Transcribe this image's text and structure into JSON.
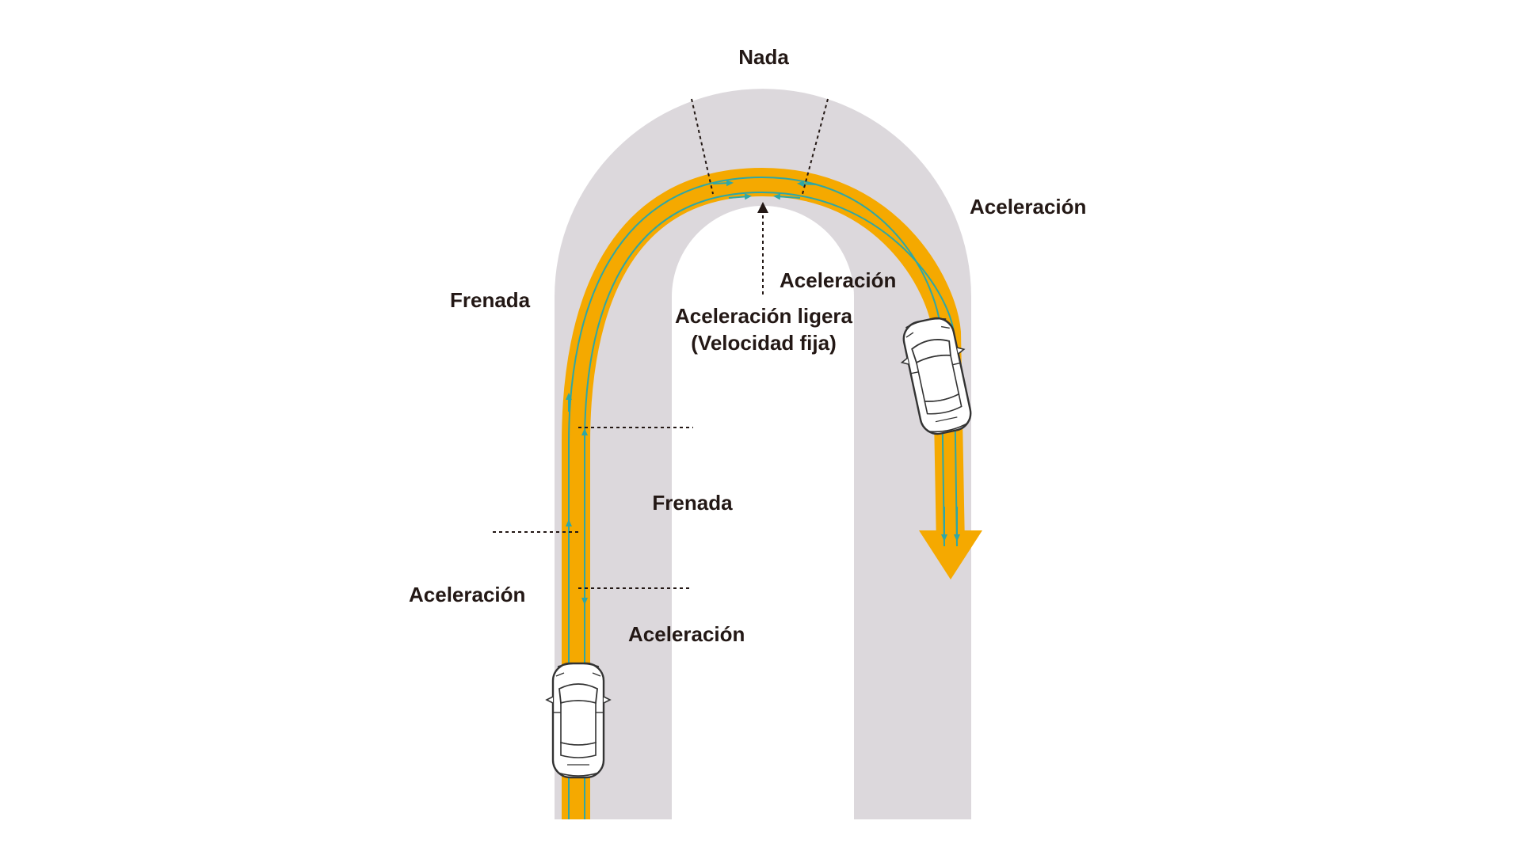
{
  "labels": {
    "top": "Nada",
    "right_outer": "Aceleración",
    "inner_top": "Aceleración",
    "inner_light_line1": "Aceleración ligera",
    "inner_light_line2": "(Velocidad fija)",
    "left_outer_upper": "Frenada",
    "inner_middle": "Frenada",
    "left_outer_lower": "Aceleración",
    "inner_lower": "Aceleración"
  },
  "colors": {
    "road": "#dcd8dc",
    "path": "#f5a900",
    "guide": "#2ea7a6",
    "text": "#231815",
    "car_body": "#ffffff",
    "car_outline": "#333333"
  },
  "icons": {
    "car": "car-top-view-icon",
    "arrow": "direction-arrow-icon"
  }
}
